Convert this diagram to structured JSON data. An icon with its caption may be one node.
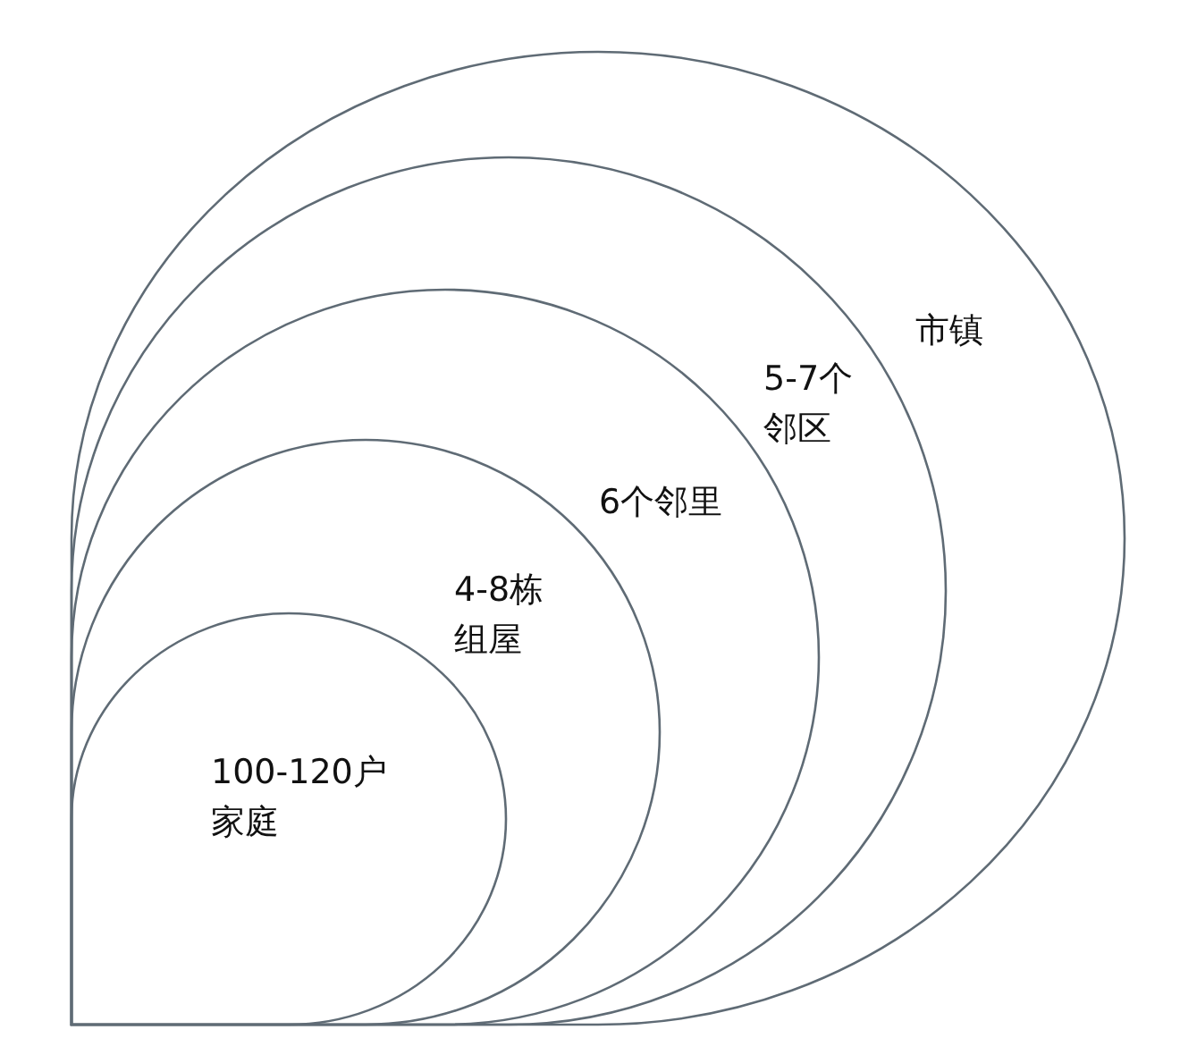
{
  "diagram": {
    "nodes": [
      {
        "text": [
          "市镇"
        ]
      },
      {
        "text": [
          "5-7个邻区"
        ],
        "in": 0
      },
      {
        "text": [
          "6个邻里"
        ],
        "in": 1
      },
      {
        "text": [
          "4-8栋组屋"
        ],
        "in": 2
      },
      {
        "text": [
          "100-120户家庭"
        ],
        "in": 3
      }
    ]
  }
}
